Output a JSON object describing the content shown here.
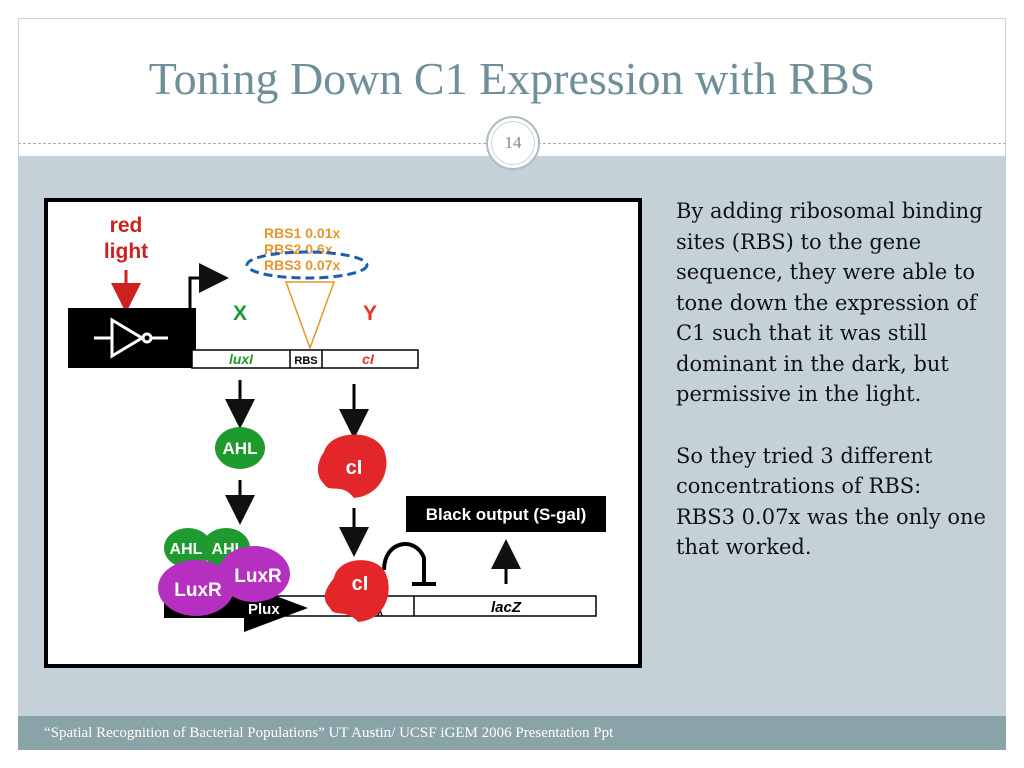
{
  "slide": {
    "title": "Toning Down C1 Expression with RBS",
    "number": "14",
    "footer": "“Spatial Recognition of Bacterial Populations” UT Austin/ UCSF iGEM 2006 Presentation Ppt"
  },
  "body": {
    "paragraph_1": "By adding ribosomal binding sites (RBS) to the gene sequence, they were able to tone down the expression of C1 such that it was still dominant in the dark, but permissive in the light.",
    "paragraph_2": "So they tried 3 different concentrations of RBS: RBS3 0.07x was the only one that worked."
  },
  "diagram": {
    "red_light_line1": "red",
    "red_light_line2": "light",
    "rbs1": "RBS1 0.01x",
    "rbs2": "RBS2 0.6x",
    "rbs3": "RBS3 0.07x",
    "x_label": "X",
    "y_label": "Y",
    "gene_luxi": "luxI",
    "gene_rbs": "RBS",
    "gene_ci": "cI",
    "ahl": "AHL",
    "ci_protein": "cI",
    "ci_bound": "cI",
    "ahl_a": "AHL",
    "ahl_b": "AHL",
    "luxr_a": "LuxR",
    "luxr_b": "LuxR",
    "plux": "Plux",
    "operator": "O",
    "operator_sub": "λ",
    "lacz": "lacZ",
    "black_output": "Black output (S-gal)"
  },
  "colors": {
    "title": "#6f8f99",
    "content_bg": "#c5d1d9",
    "footer_bg": "#8aa3a8",
    "red_light_text": "#cc2222",
    "rbs_orange": "#e8952a",
    "highlight_dash": "#1b5fae",
    "green": "#1f9a2e",
    "red_label": "#e3342f",
    "luxr_purple": "#b52fc0"
  }
}
